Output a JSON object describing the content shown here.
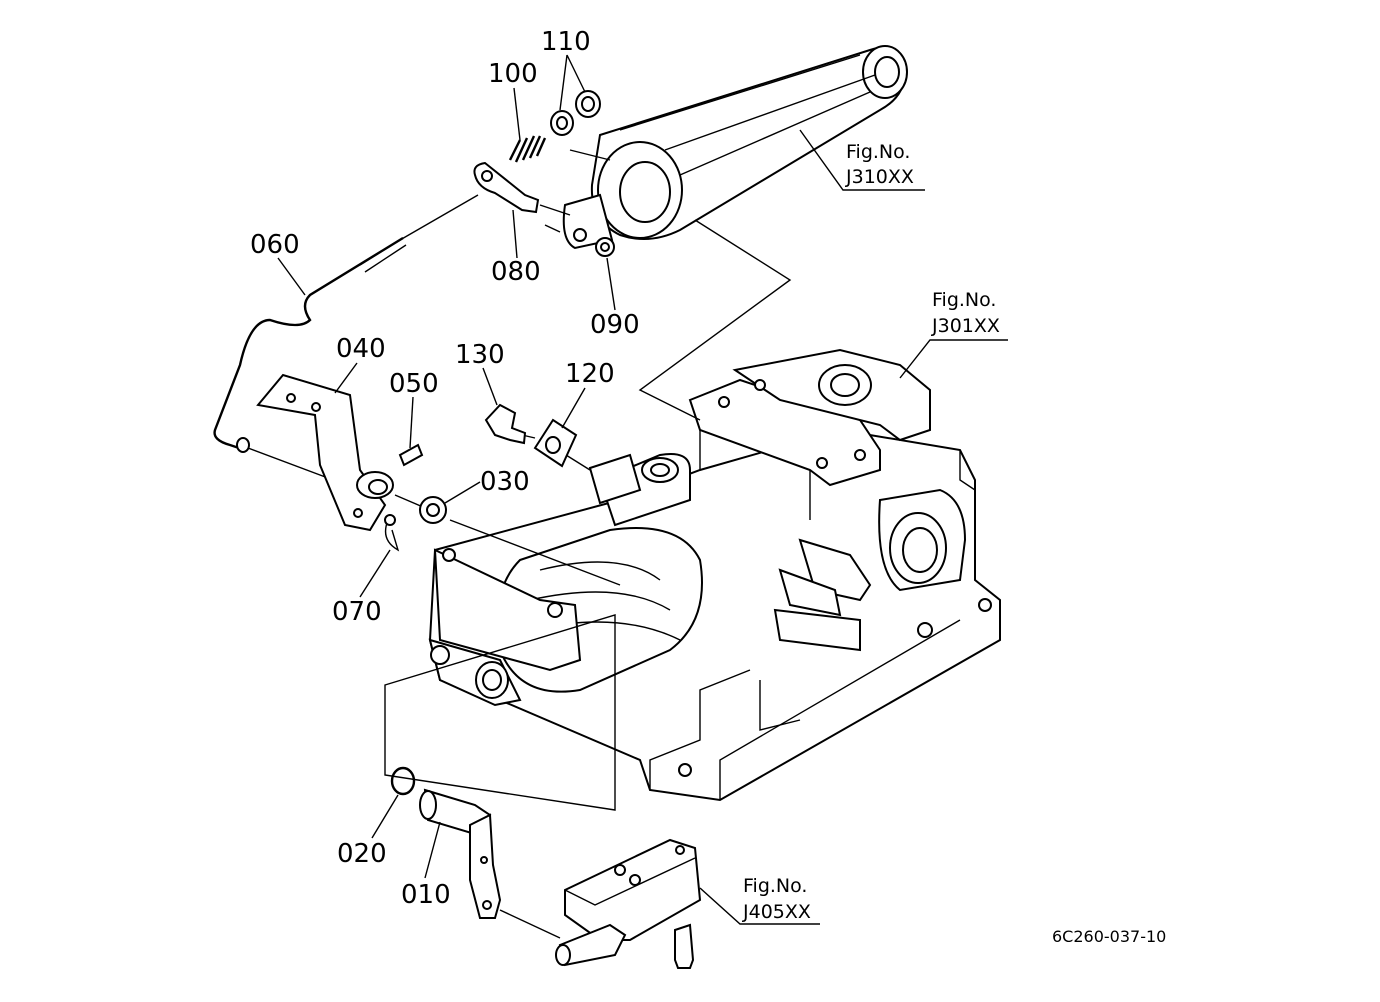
{
  "parts": [
    {
      "id": "p110",
      "number": "110"
    },
    {
      "id": "p100",
      "number": "100"
    },
    {
      "id": "p060",
      "number": "060"
    },
    {
      "id": "p080",
      "number": "080"
    },
    {
      "id": "p090",
      "number": "090"
    },
    {
      "id": "p040",
      "number": "040"
    },
    {
      "id": "p050",
      "number": "050"
    },
    {
      "id": "p130",
      "number": "130"
    },
    {
      "id": "p120",
      "number": "120"
    },
    {
      "id": "p030",
      "number": "030"
    },
    {
      "id": "p070",
      "number": "070"
    },
    {
      "id": "p020",
      "number": "020"
    },
    {
      "id": "p010",
      "number": "010"
    }
  ],
  "references": [
    {
      "id": "ref-j310",
      "label": "Fig.No.",
      "code": "J310XX"
    },
    {
      "id": "ref-j301",
      "label": "Fig.No.",
      "code": "J301XX"
    },
    {
      "id": "ref-j405",
      "label": "Fig.No.",
      "code": "J405XX"
    }
  ],
  "drawing_code": "6C260-037-10"
}
